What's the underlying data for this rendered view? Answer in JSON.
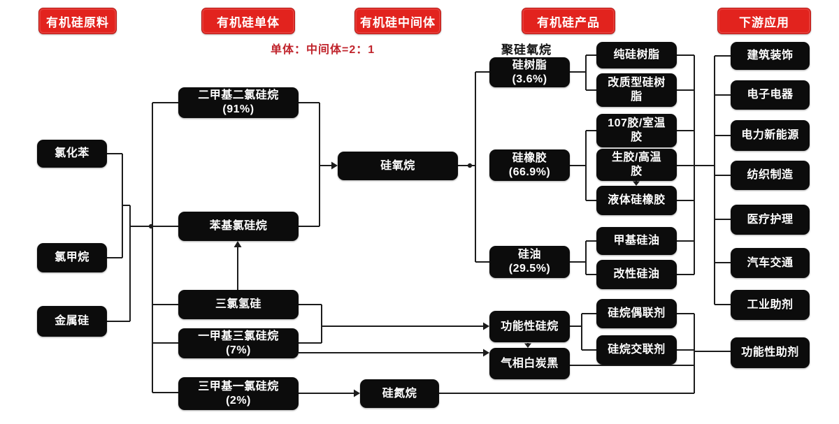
{
  "headers": {
    "raw_materials": "有机硅原料",
    "monomers": "有机硅单体",
    "intermediates": "有机硅中间体",
    "products": "有机硅产品",
    "downstream": "下游应用"
  },
  "annotations": {
    "ratio_note": "单体：中间体=2：1",
    "polysiloxane": "聚硅氧烷"
  },
  "nodes": {
    "chlorobenzene": "氯化苯",
    "chloromethane": "氯甲烷",
    "silicon_metal": "金属硅",
    "dimethyldichlorosilane": "二甲基二氯硅烷\n(91%)",
    "phenylchlorosilane": "苯基氯硅烷",
    "trichlorosilane": "三氯氢硅",
    "methyltrichlorosilane": "一甲基三氯硅烷\n(7%)",
    "trimethylchlorosilane": "三甲基一氯硅烷\n(2%)",
    "siloxane": "硅氧烷",
    "silazane": "硅氮烷",
    "functional_silane": "功能性硅烷",
    "fumed_silica": "气相白炭黑",
    "silicone_resin": "硅树脂\n(3.6%)",
    "silicone_rubber": "硅橡胶\n(66.9%)",
    "silicone_oil": "硅油\n(29.5%)",
    "pure_silicone_resin": "纯硅树脂",
    "modified_silicone_resin": "改质型硅树\n脂",
    "rtv_107_glue": "107胶/室温\n胶",
    "raw_htv_glue": "生胶/高温\n胶",
    "liquid_silicone_rubber": "液体硅橡胶",
    "methyl_silicone_oil": "甲基硅油",
    "modified_silicone_oil": "改性硅油",
    "silane_coupling_agent": "硅烷偶联剂",
    "silane_crosslinker": "硅烷交联剂",
    "construction_decoration": "建筑装饰",
    "electronics": "电子电器",
    "power_new_energy": "电力新能源",
    "textile_manufacturing": "纺织制造",
    "medical_care": "医疗护理",
    "automotive_transport": "汽车交通",
    "industrial_additives": "工业助剂",
    "functional_additives": "功能性助剂"
  },
  "colors": {
    "header_red": "#e2231e",
    "note_red": "#c0242c",
    "box_black": "#0c0c0c",
    "line_black": "#1c1c1c",
    "text_white": "#ffffff",
    "background": "#ffffff"
  }
}
